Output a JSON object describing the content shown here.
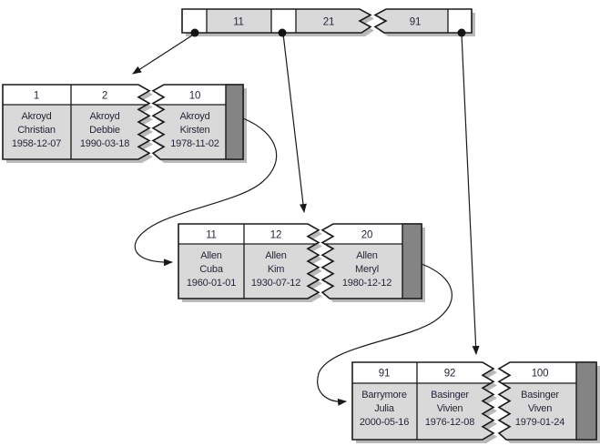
{
  "colors": {
    "cell_gray": "#d9d9d9",
    "free_space_block_gray": "#848484",
    "shadow_gray": "#b9b9b9",
    "line_black": "#1a1a1a",
    "text_dark": "#26263a"
  },
  "root": {
    "keys": [
      "11",
      "21",
      "91"
    ]
  },
  "leaves": [
    {
      "keys": [
        "1",
        "2",
        "10"
      ],
      "records": [
        {
          "last": "Akroyd",
          "first": "Christian",
          "date": "1958-12-07"
        },
        {
          "last": "Akroyd",
          "first": "Debbie",
          "date": "1990-03-18"
        },
        {
          "last": "Akroyd",
          "first": "Kirsten",
          "date": "1978-11-02"
        }
      ]
    },
    {
      "keys": [
        "11",
        "12",
        "20"
      ],
      "records": [
        {
          "last": "Allen",
          "first": "Cuba",
          "date": "1960-01-01"
        },
        {
          "last": "Allen",
          "first": "Kim",
          "date": "1930-07-12"
        },
        {
          "last": "Allen",
          "first": "Meryl",
          "date": "1980-12-12"
        }
      ]
    },
    {
      "keys": [
        "91",
        "92",
        "100"
      ],
      "records": [
        {
          "last": "Barrymore",
          "first": "Julia",
          "date": "2000-05-16"
        },
        {
          "last": "Basinger",
          "first": "Vivien",
          "date": "1976-12-08"
        },
        {
          "last": "Basinger",
          "first": "Viven",
          "date": "1979-01-24"
        }
      ]
    }
  ]
}
